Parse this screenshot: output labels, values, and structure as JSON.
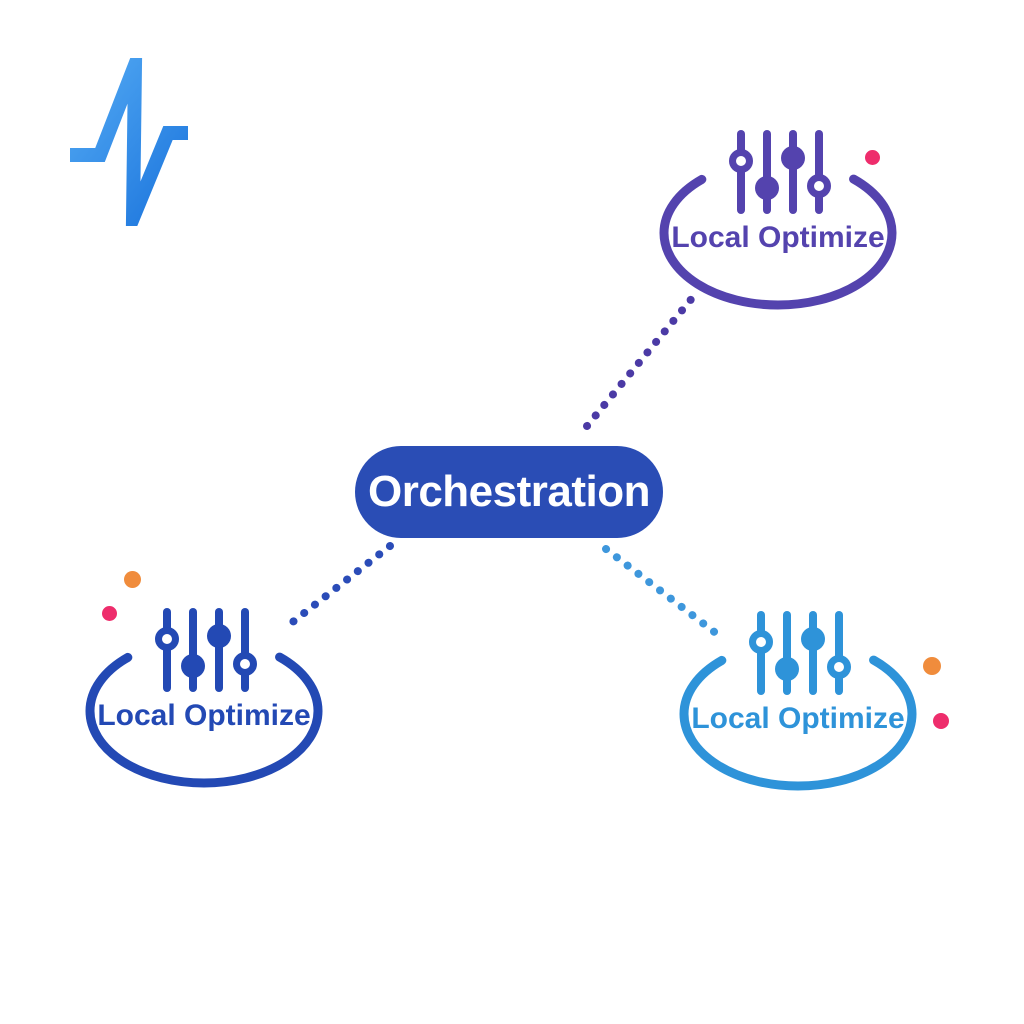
{
  "logo": {
    "icon": "pulse-logo-icon",
    "gradient_start": "#54abf4",
    "gradient_end": "#1a73dc"
  },
  "center_node": {
    "label": "Orchestration",
    "background": "#2a4db5",
    "text_color": "#ffffff"
  },
  "nodes": [
    {
      "id": "local-optimize-top-right",
      "label": "Local Optimize",
      "color": "#5443ae",
      "icon": "sliders-icon",
      "accent_dots": [
        {
          "color": "#ee2d6c"
        }
      ]
    },
    {
      "id": "local-optimize-bottom-left",
      "label": "Local Optimize",
      "color": "#2349b4",
      "icon": "sliders-icon",
      "accent_dots": [
        {
          "color": "#f08c3c"
        },
        {
          "color": "#ee2d6c"
        }
      ]
    },
    {
      "id": "local-optimize-bottom-right",
      "label": "Local Optimize",
      "color": "#2e93d9",
      "icon": "sliders-icon",
      "accent_dots": [
        {
          "color": "#f08c3c"
        },
        {
          "color": "#ee2d6c"
        }
      ]
    }
  ],
  "connectors": [
    {
      "from": "orchestration",
      "to": "local-optimize-top-right",
      "style": "dotted",
      "color": "#4b3aa5"
    },
    {
      "from": "orchestration",
      "to": "local-optimize-bottom-left",
      "style": "dotted",
      "color": "#2b4cb8"
    },
    {
      "from": "orchestration",
      "to": "local-optimize-bottom-right",
      "style": "dotted",
      "color": "#3e97dc"
    }
  ]
}
